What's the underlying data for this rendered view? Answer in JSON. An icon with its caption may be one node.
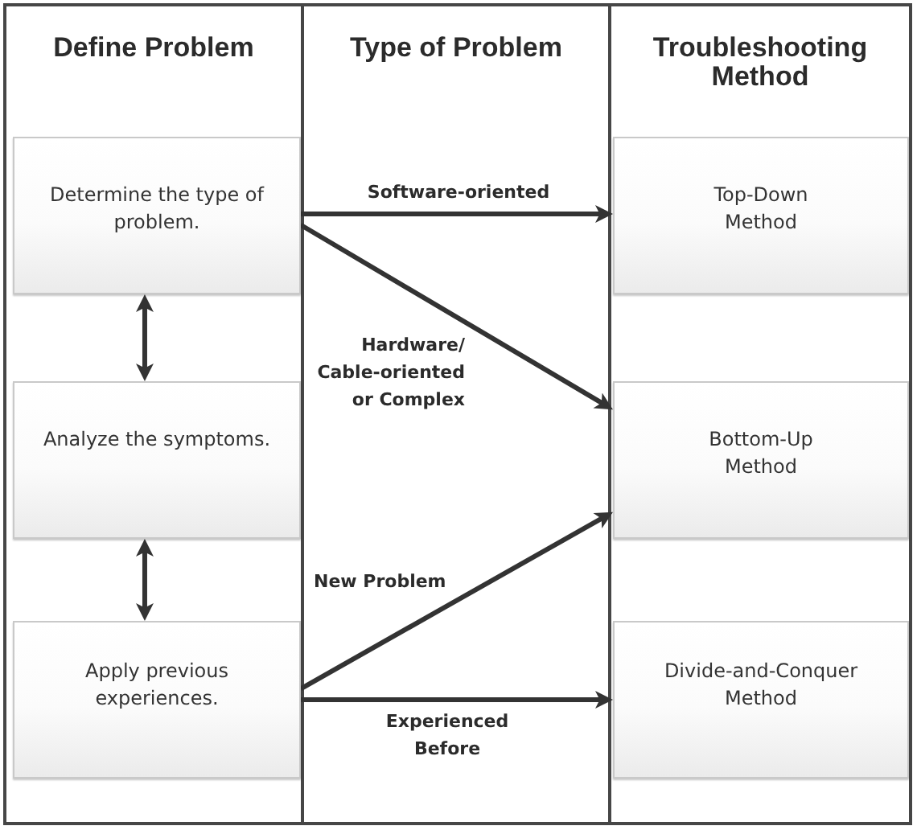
{
  "diagram": {
    "nodes": [
      {
        "text": [
          "Determine the type of problem."
        ]
      },
      {
        "text": [
          "Analyze the symptoms."
        ]
      },
      {
        "text": [
          "Apply previous experiences."
        ]
      },
      {
        "text": [
          "Top-Down Method"
        ]
      },
      {
        "text": [
          "Bottom-Up Method"
        ]
      },
      {
        "text": [
          "Divide-and-Conquer Method"
        ]
      }
    ],
    "edges": [
      {
        "from": 0,
        "to": 3,
        "arrow": "to",
        "label": "Software-oriented"
      },
      {
        "from": 0,
        "to": 4,
        "arrow": "to",
        "label": "Hardware/ Cable-oriented or Complex"
      },
      {
        "from": 2,
        "to": 4,
        "arrow": "to",
        "label": "New Problem"
      },
      {
        "from": 2,
        "to": 5,
        "arrow": "to",
        "label": "Experienced Before"
      },
      {
        "from": 0,
        "to": 1,
        "arrow": "both"
      },
      {
        "from": 1,
        "to": 2,
        "arrow": "both"
      }
    ],
    "labels": [
      "Define Problem",
      "Type of Problem",
      "Troubleshooting Method"
    ]
  }
}
